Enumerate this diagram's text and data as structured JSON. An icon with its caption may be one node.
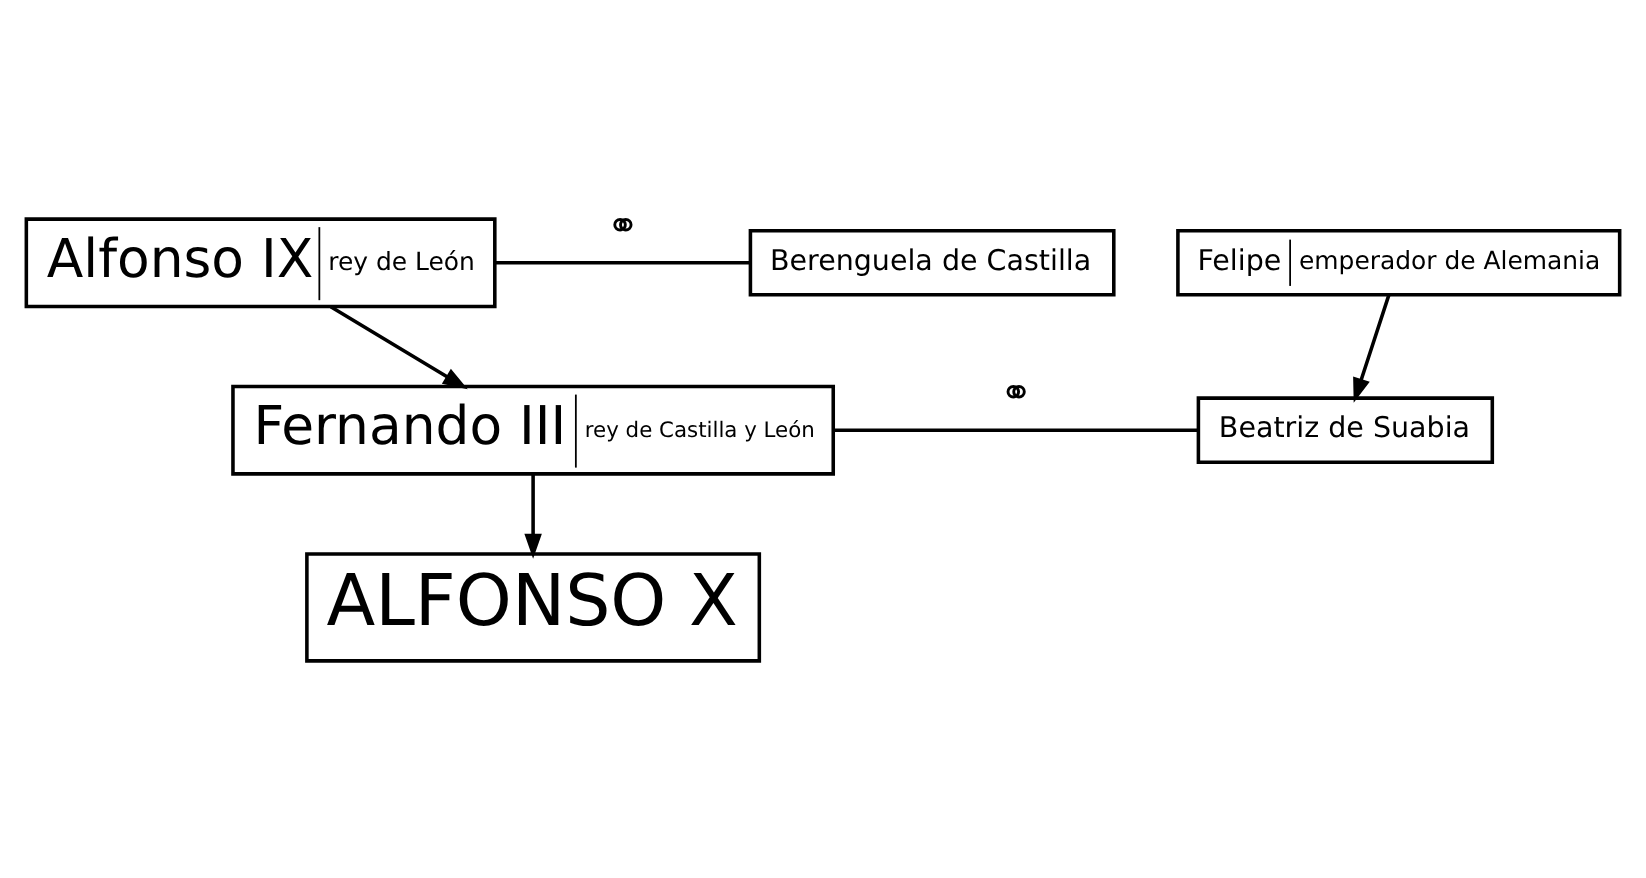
{
  "diagram": {
    "nodes": [
      {
        "text": [
          "Alfonso IX",
          "rey de León"
        ]
      },
      {
        "text": [
          "Berenguela de Castilla"
        ]
      },
      {
        "text": [
          "Felipe",
          "emperador de Alemania"
        ]
      },
      {
        "text": [
          "Fernando III",
          "rey de Castilla y León"
        ]
      },
      {
        "text": [
          "Beatriz de Suabia"
        ]
      },
      {
        "text": [
          "ALFONSO X"
        ]
      }
    ],
    "edges": [
      {
        "from": 0,
        "to": 1,
        "arrow": "none",
        "label": "⚭"
      },
      {
        "from": 0,
        "to": 3,
        "arrow": "to"
      },
      {
        "from": 2,
        "to": 4,
        "arrow": "to"
      },
      {
        "from": 3,
        "to": 4,
        "arrow": "none",
        "label": "⚭"
      },
      {
        "from": 3,
        "to": 5,
        "arrow": "to"
      }
    ]
  }
}
